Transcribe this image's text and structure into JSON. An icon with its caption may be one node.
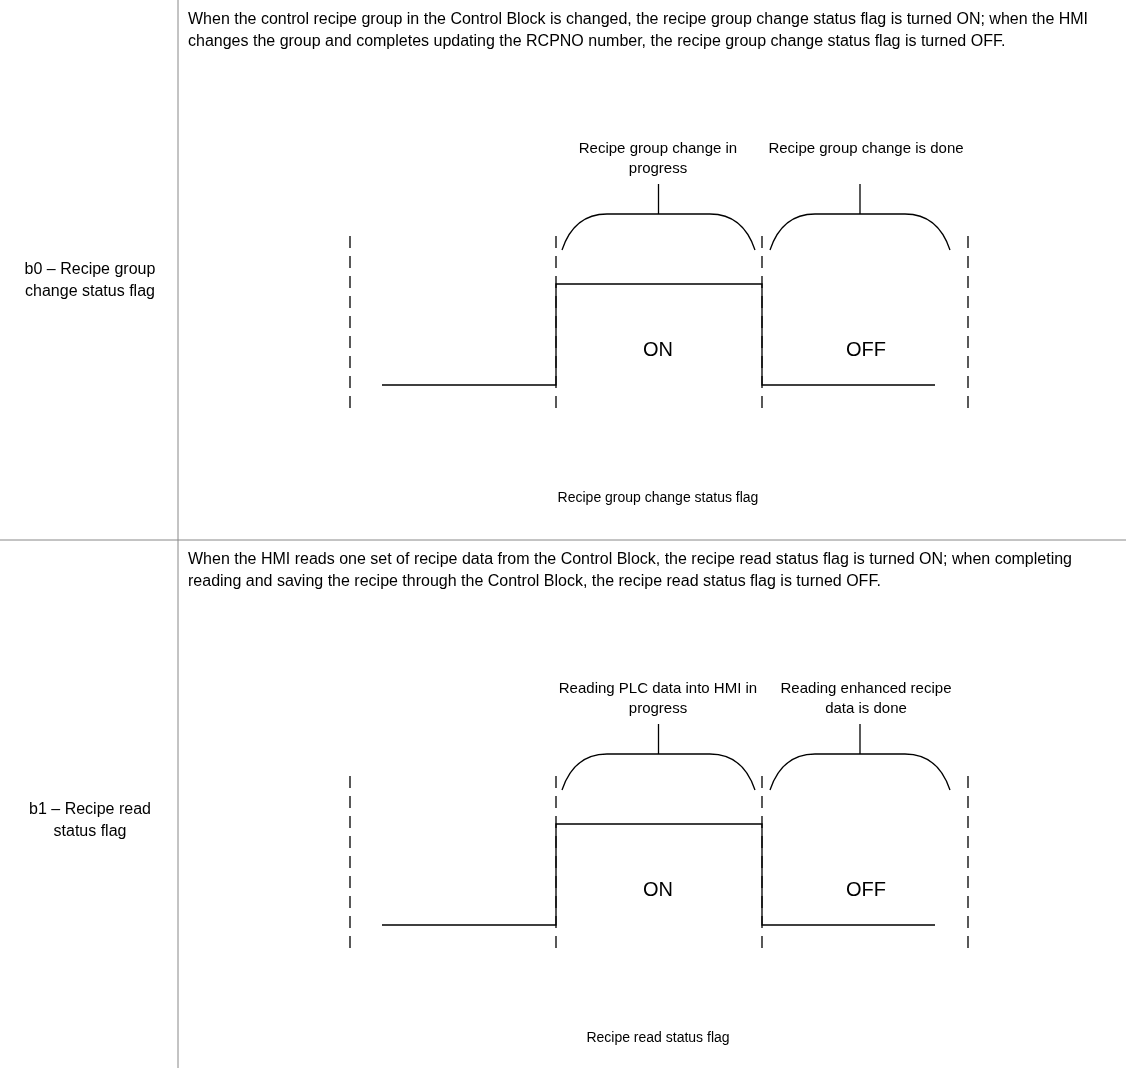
{
  "diagram": {
    "labels": [
      "b0 – Recipe group change status flag",
      "When the control recipe group in the Control Block is changed, the recipe group change status flag is turned ON; when the HMI changes the group and completes updating the RCPNO number, the recipe group change status flag is turned OFF.",
      "Recipe group change in progress",
      "Recipe group change is done",
      "ON",
      "OFF",
      "Recipe group change status flag",
      "b1 – Recipe read status flag",
      "When the HMI reads one set of recipe data from the Control Block, the recipe read status flag is turned ON; when completing reading and saving the recipe through the Control Block, the recipe read status flag is turned OFF.",
      "Reading PLC data into HMI in progress",
      "Reading enhanced recipe data is done",
      "ON",
      "OFF",
      "Recipe read status flag"
    ]
  }
}
